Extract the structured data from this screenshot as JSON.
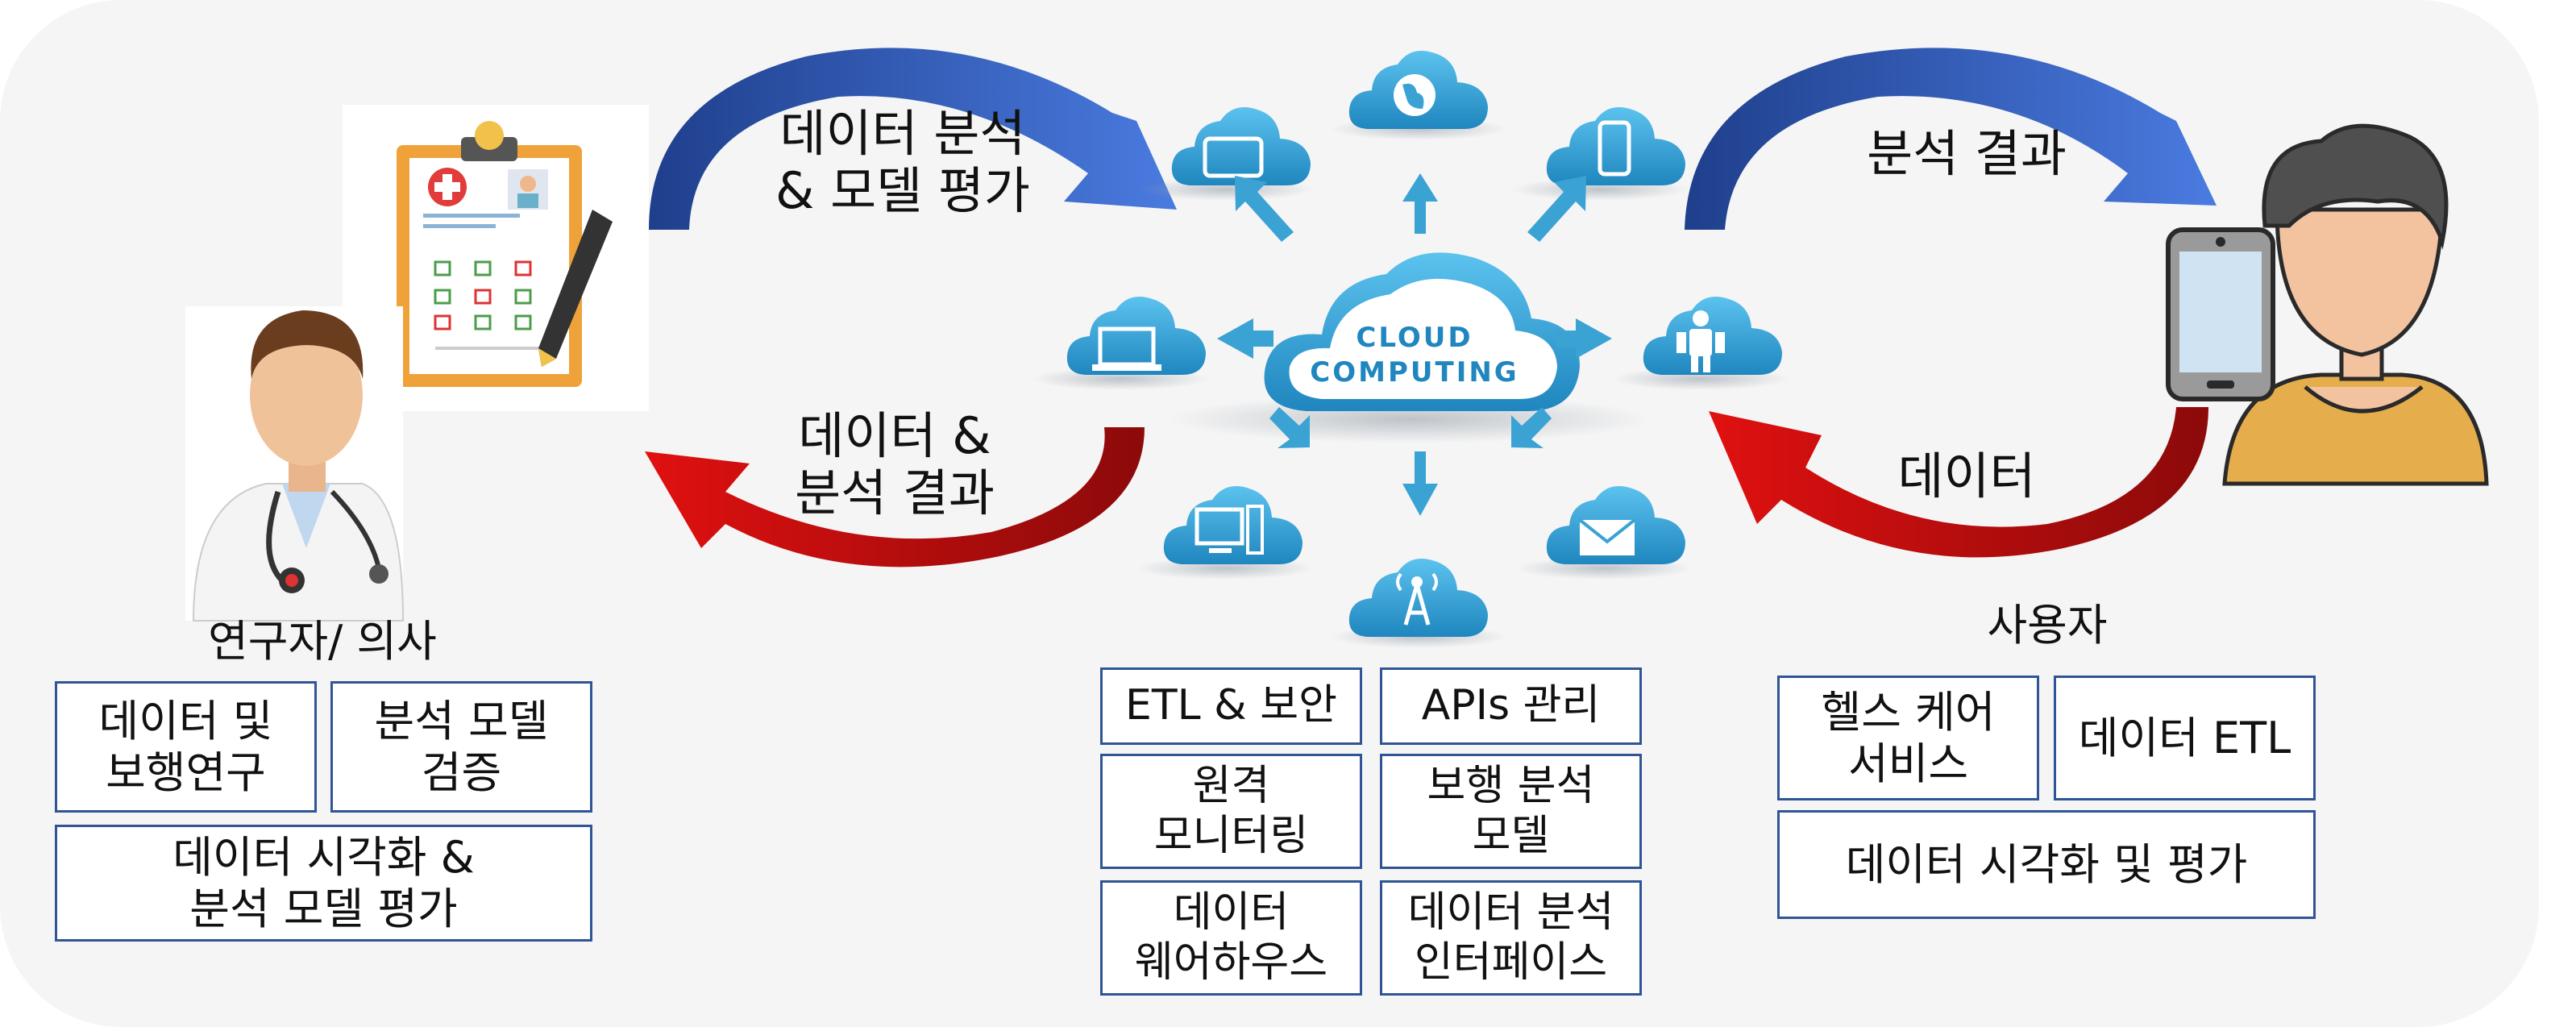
{
  "flow_labels": {
    "top_left": "데이터 분석\n& 모델 평가",
    "bottom_left": "데이터  &\n분석 결과",
    "top_right": "분석 결과",
    "bottom_right": "데이터"
  },
  "cloud_core": {
    "line1": "CLOUD",
    "line2": "COMPUTING"
  },
  "researcher": {
    "title": "연구자/ 의사",
    "boxes": [
      "데이터 및\n보행연구",
      "분석 모델\n검증",
      "데이터 시각화 &\n분석 모델 평가"
    ]
  },
  "cloud_services": [
    "ETL & 보안",
    "APIs 관리",
    "원격\n모니터링",
    "보행 분석\n모델",
    "데이터\n웨어하우스",
    "데이터 분석\n인터페이스"
  ],
  "user": {
    "title": "사용자",
    "boxes": [
      "헬스 케어\n서비스",
      "데이터 ETL",
      "데이터 시각화 및 평가"
    ]
  },
  "icons": [
    "doctor-icon",
    "medical-clipboard-icon",
    "tablet-cloud-icon",
    "globe-cloud-icon",
    "smartphone-cloud-icon",
    "laptop-cloud-icon",
    "robot-cloud-icon",
    "desktop-cloud-icon",
    "antenna-cloud-icon",
    "mail-cloud-icon",
    "user-with-phone-icon"
  ],
  "colors": {
    "background": "#f5f5f5",
    "blue_arrow": "#2f57b8",
    "red_arrow": "#d61010",
    "cloud": "#3aa3d4",
    "box_border": "#2f5597"
  }
}
